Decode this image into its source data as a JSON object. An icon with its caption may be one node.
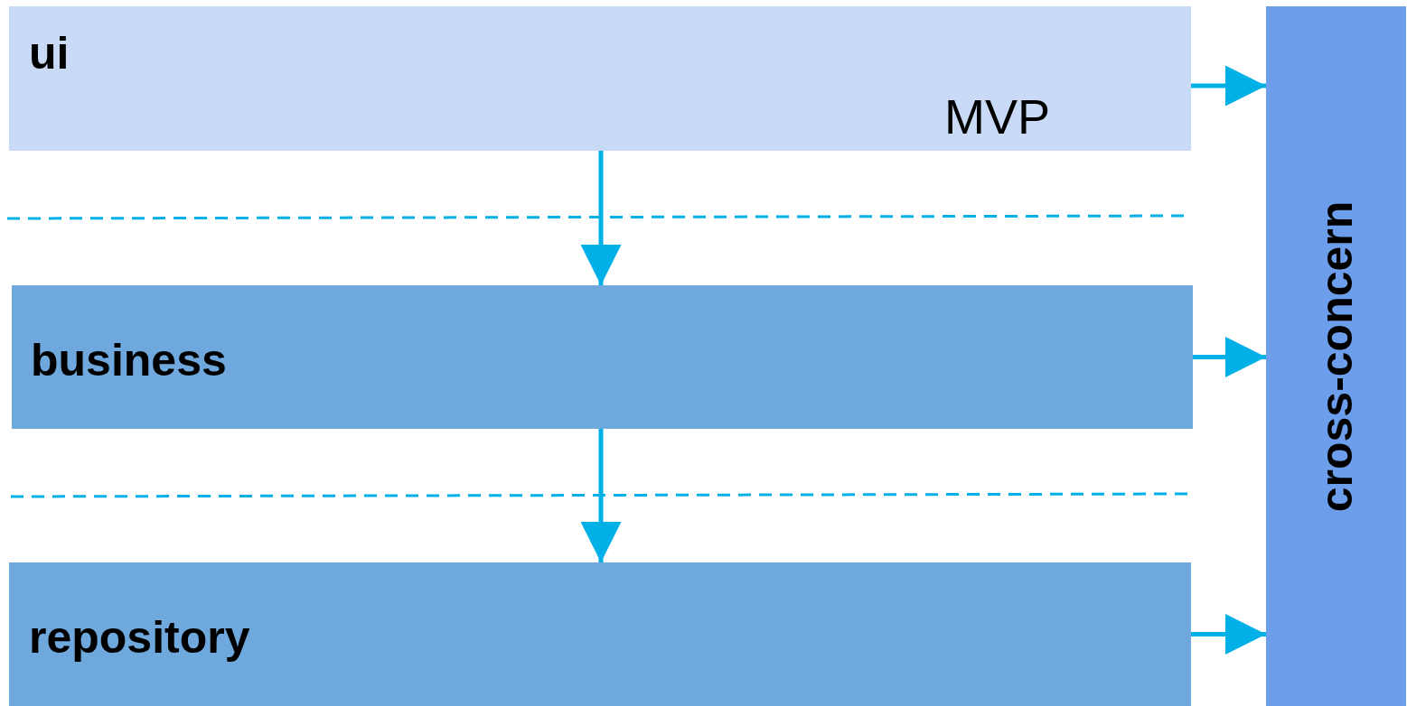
{
  "diagram": {
    "nodes": [
      {
        "text": [
          "ui",
          "MVP"
        ]
      },
      {
        "text": [
          "business"
        ]
      },
      {
        "text": [
          "repository"
        ]
      },
      {
        "text": [
          "cross-concern"
        ]
      }
    ],
    "edges": [
      {
        "from": 0,
        "to": 1,
        "arrow": "to"
      },
      {
        "from": 1,
        "to": 2,
        "arrow": "to"
      },
      {
        "from": 0,
        "to": 3,
        "arrow": "to"
      },
      {
        "from": 1,
        "to": 3,
        "arrow": "to"
      },
      {
        "from": 2,
        "to": 3,
        "arrow": "to"
      }
    ]
  }
}
